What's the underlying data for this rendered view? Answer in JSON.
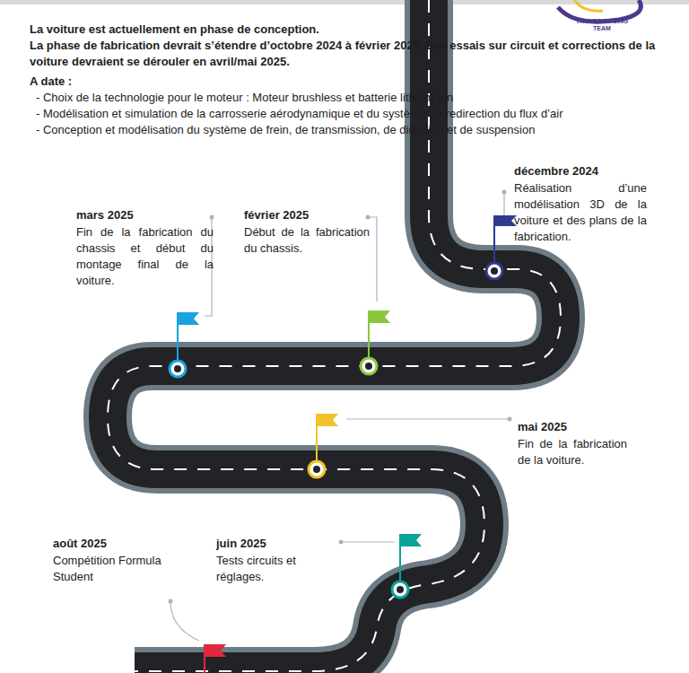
{
  "diagram": {
    "labels": [
      "La voiture est actuellement en phase de conception.",
      "La phase de fabrication devrait s’étendre d’octobre 2024 à février 2025. Les essais sur circuit et corrections de la voiture devraient se dérouler en avril/mai 2025.",
      "A date :",
      "- Choix de la technologie pour le moteur : Moteur brushless et batterie lithium-ion",
      "- Modélisation et simulation de la carrosserie aérodynamique et du système de redirection du flux d’air",
      "- Conception et modélisation du système de frein, de transmission, de direction et de suspension",
      "TROYES RACING TEAM",
      "décembre 2024",
      "Réalisation d’une modélisation 3D de la voiture et des plans de la fabrication.",
      "mars 2025",
      "Fin de la fabrication du chassis et début du montage final de la voiture.",
      "février 2025",
      "Début de la fabrication du chassis.",
      "mai 2025",
      "Fin de la fabrication de la voiture.",
      "août 2025",
      "Compétition Formula Student",
      "juin 2025",
      "Tests circuits et réglages."
    ]
  }
}
